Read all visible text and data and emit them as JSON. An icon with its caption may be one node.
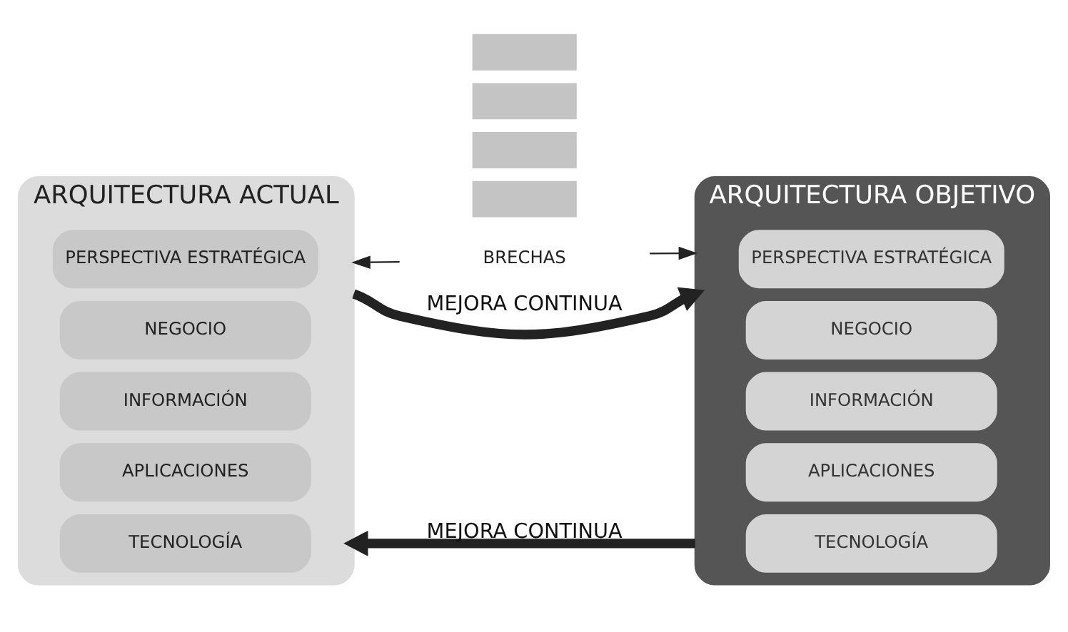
{
  "diagram": {
    "nodes": [
      {
        "text": [
          "ARQUITECTURA ACTUAL"
        ]
      },
      {
        "text": [
          "PERSPECTIVA ESTRATÉGICA"
        ],
        "in": 0
      },
      {
        "text": [
          "NEGOCIO"
        ],
        "in": 0
      },
      {
        "text": [
          "INFORMACIÓN"
        ],
        "in": 0
      },
      {
        "text": [
          "APLICACIONES"
        ],
        "in": 0
      },
      {
        "text": [
          "TECNOLOGÍA"
        ],
        "in": 0
      },
      {
        "text": [
          "BRECHAS"
        ]
      },
      {
        "text": [],
        "shape": "box"
      },
      {
        "text": [],
        "shape": "box"
      },
      {
        "text": [],
        "shape": "box"
      },
      {
        "text": [],
        "shape": "box"
      },
      {
        "text": [
          "ARQUITECTURA OBJETIVO"
        ]
      },
      {
        "text": [
          "PERSPECTIVA ESTRATÉGICA"
        ],
        "in": 11
      },
      {
        "text": [
          "NEGOCIO"
        ],
        "in": 11
      },
      {
        "text": [
          "INFORMACIÓN"
        ],
        "in": 11
      },
      {
        "text": [
          "APLICACIONES"
        ],
        "in": 11
      },
      {
        "text": [
          "TECNOLOGÍA"
        ],
        "in": 11
      }
    ],
    "edges": [
      {
        "from": 6,
        "to": 0,
        "arrow": "to"
      },
      {
        "from": 6,
        "to": 11,
        "arrow": "to"
      },
      {
        "from": 0,
        "to": 11,
        "arrow": "to",
        "label": "MEJORA CONTINUA",
        "style": "thick"
      },
      {
        "from": 11,
        "to": 0,
        "arrow": "to",
        "label": "MEJORA CONTINUA",
        "style": "thick"
      }
    ]
  }
}
